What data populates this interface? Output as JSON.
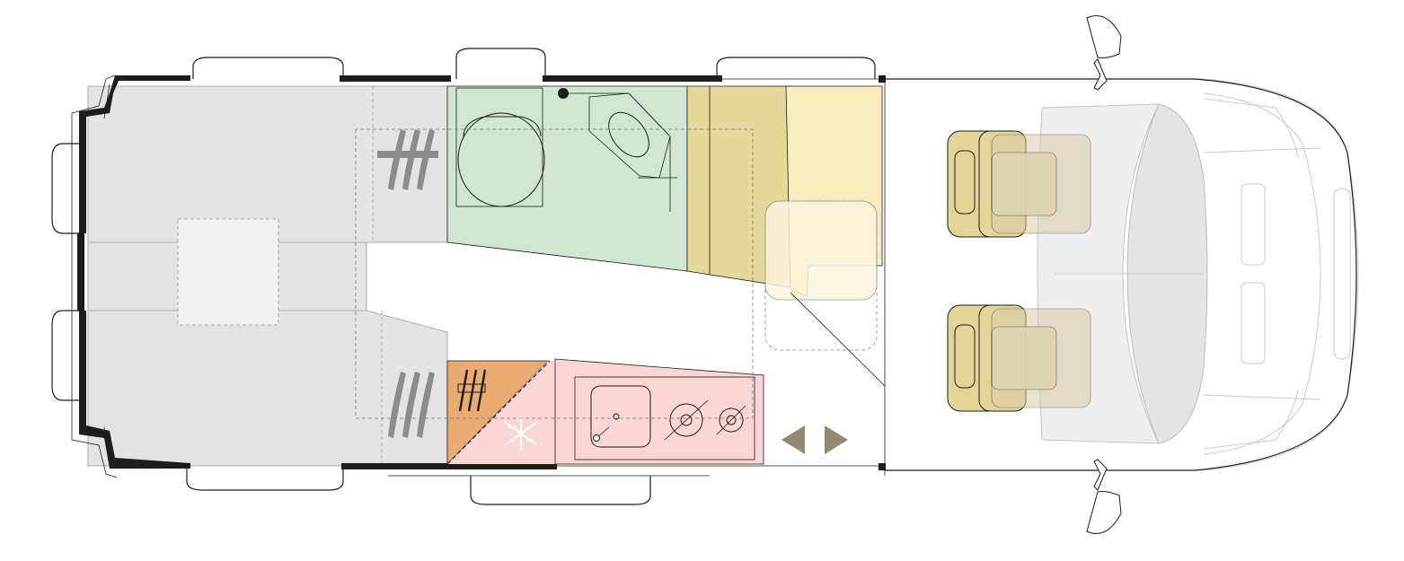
{
  "plan": {
    "colors": {
      "bed": "#e3e3e3",
      "bed_hatch": "#8c8c8c",
      "bathroom": "#cfe6d1",
      "wardrobe_dark": "#e6d79a",
      "wardrobe_light": "#f8edbe",
      "kitchen": "#f9d5d3",
      "fridge_storage": "#e9ab72",
      "seat": "#e3d497",
      "walls": "#1d1d1b",
      "arrow": "#948a73"
    },
    "zones": {
      "rear_bed": "rear-bed",
      "bathroom": "bathroom",
      "wardrobe": "wardrobe",
      "dinette_table": "dinette-table",
      "kitchen": "kitchen",
      "fridge": "fridge",
      "driver_seat": "driver-seat",
      "passenger_seat": "passenger-seat",
      "cab": "cab"
    },
    "icons": {
      "toilet": "toilet-icon",
      "washbasin": "washbasin-icon",
      "sink": "sink-icon",
      "burner": "gas-burner-icon",
      "snowflake": "fridge-snowflake-icon",
      "entry_arrows": "entry-arrows-icon"
    }
  }
}
